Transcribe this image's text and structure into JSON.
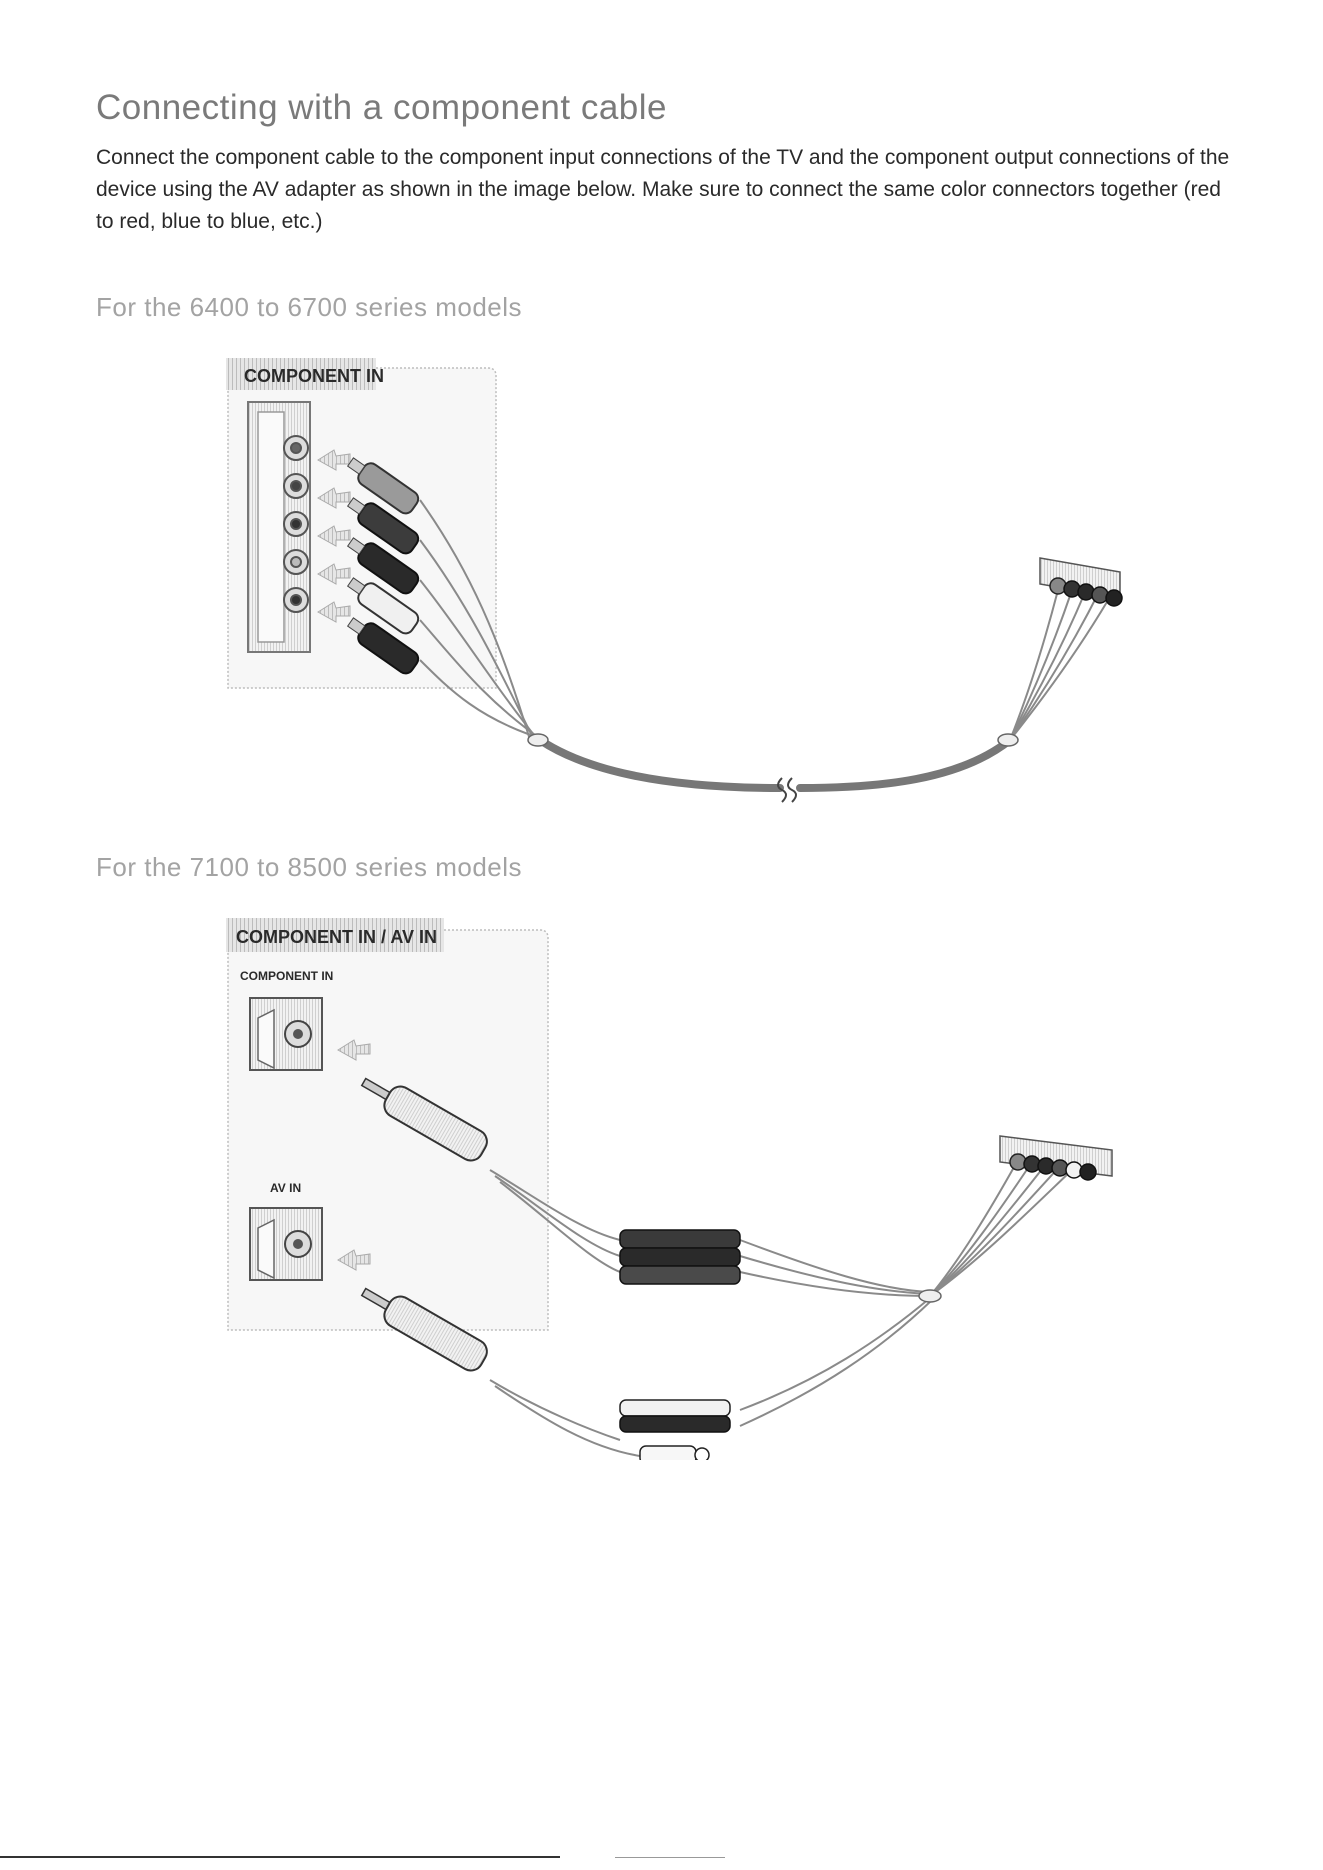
{
  "page": {
    "title": "Connecting with a component cable",
    "intro": "Connect the component cable to the component input connections of the TV and the component output connections of the device using the AV adapter as shown in the image below. Make sure to connect the same color connectors together (red to red, blue to blue, etc.)"
  },
  "section1": {
    "heading": "For the 6400 to 6700 series models",
    "panel_label": "COMPONENT IN"
  },
  "section2": {
    "heading": "For the 7100 to 8500 series models",
    "panel_label": "COMPONENT IN / AV IN",
    "component_label": "COMPONENT IN",
    "av_label": "AV IN"
  }
}
